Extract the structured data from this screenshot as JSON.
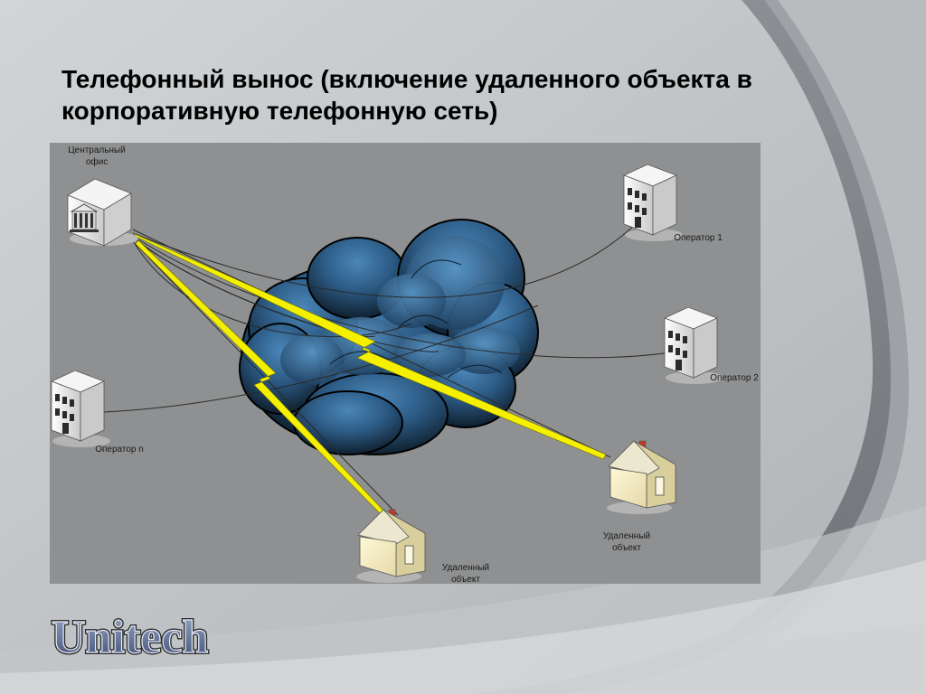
{
  "slide": {
    "title": "Телефонный вынос (включение удаленного объекта в корпоративную телефонную сеть)"
  },
  "diagram": {
    "nodes": {
      "central_office": {
        "line1": "Центральный",
        "line2": "офис",
        "icon": "office-building-icon"
      },
      "operator_1": {
        "label": "Оператор 1",
        "icon": "building-icon"
      },
      "operator_2": {
        "label": "Оператор 2",
        "icon": "building-icon"
      },
      "operator_n": {
        "label": "Оператор n",
        "icon": "building-icon"
      },
      "remote_1": {
        "line1": "Удаленный",
        "line2": "объект",
        "icon": "house-icon"
      },
      "remote_2": {
        "line1": "Удаленный",
        "line2": "объект",
        "icon": "house-icon"
      }
    },
    "network": {
      "icon": "cloud-icon"
    },
    "links": {
      "icon": "lightning-icon",
      "color": "#f5f000"
    }
  },
  "logo": {
    "text": "Unitech"
  },
  "colors": {
    "cloud_light": "#4c87b8",
    "cloud_dark": "#0d1a26",
    "lightning": "#f5f000",
    "panel": "#8f9091"
  }
}
